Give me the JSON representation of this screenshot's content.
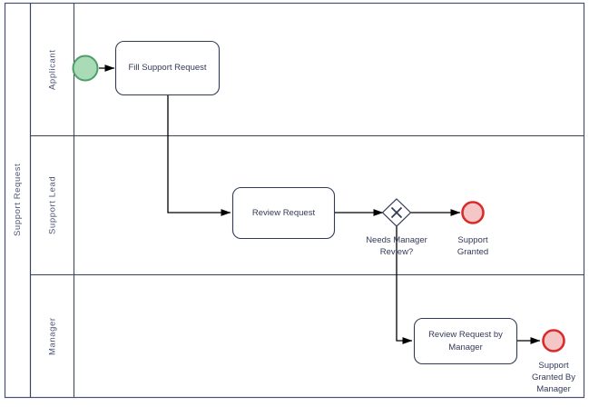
{
  "diagram": {
    "type": "bpmn-collaboration",
    "pool": {
      "name": "Support Request"
    },
    "lanes": [
      {
        "id": "lane-applicant",
        "name": "Applicant"
      },
      {
        "id": "lane-support-lead",
        "name": "Support Lead"
      },
      {
        "id": "lane-manager",
        "name": "Manager"
      }
    ],
    "events": [
      {
        "id": "start-event",
        "kind": "start",
        "label": "",
        "lane": "lane-applicant",
        "fill": "#a8dbb6",
        "stroke": "#4f9e6a"
      },
      {
        "id": "end-support-granted",
        "kind": "end",
        "label": "Support\nGranted",
        "lane": "lane-support-lead",
        "fill": "#f5c6c6",
        "stroke": "#d92b2b"
      },
      {
        "id": "end-support-granted-by-manager",
        "kind": "end",
        "label": "Support\nGranted By\nManager",
        "lane": "lane-manager",
        "fill": "#f5c6c6",
        "stroke": "#d92b2b"
      }
    ],
    "tasks": [
      {
        "id": "task-fill-support-request",
        "label": "Fill Support Request",
        "lane": "lane-applicant"
      },
      {
        "id": "task-review-request",
        "label": "Review Request",
        "lane": "lane-support-lead"
      },
      {
        "id": "task-review-request-by-manager",
        "label": "Review Request by Manager",
        "lane": "lane-manager"
      }
    ],
    "gateways": [
      {
        "id": "gateway-needs-manager-review",
        "kind": "exclusive",
        "marker": "X",
        "label": "Needs Manager\nReview?",
        "lane": "lane-support-lead"
      }
    ],
    "colors": {
      "pool_border": "#4a5173",
      "lane_border": "#3b4256",
      "shape_stroke": "#333a56",
      "flow_stroke": "#000000",
      "text": "#333a56",
      "canvas_bg": "#ffffff",
      "start_fill": "#a8dbb6",
      "start_stroke": "#4f9e6a",
      "end_fill": "#f5c6c6",
      "end_stroke": "#d92b2b"
    }
  }
}
